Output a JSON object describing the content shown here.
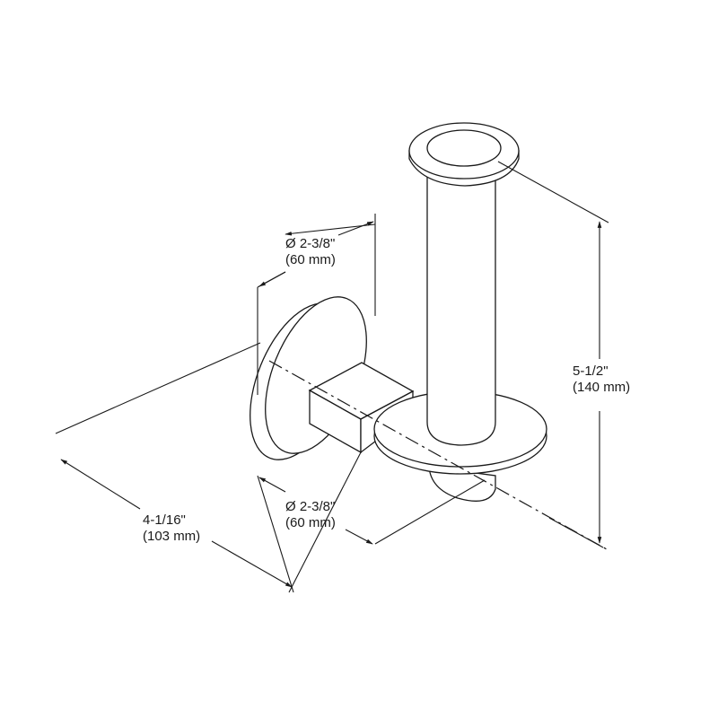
{
  "diagram": {
    "subject": "vertical toilet paper holder, isometric dimension drawing",
    "line_color": "#1a1a1a",
    "background": "#ffffff"
  },
  "dimensions": {
    "flange_top": {
      "imperial": "Ø 2-3/8\"",
      "metric": "(60 mm)"
    },
    "height": {
      "imperial": "5-1/2\"",
      "metric": "(140 mm)"
    },
    "depth": {
      "imperial": "4-1/16\"",
      "metric": "(103 mm)"
    },
    "flange_bottom": {
      "imperial": "Ø 2-3/8\"",
      "metric": "(60 mm)"
    }
  }
}
